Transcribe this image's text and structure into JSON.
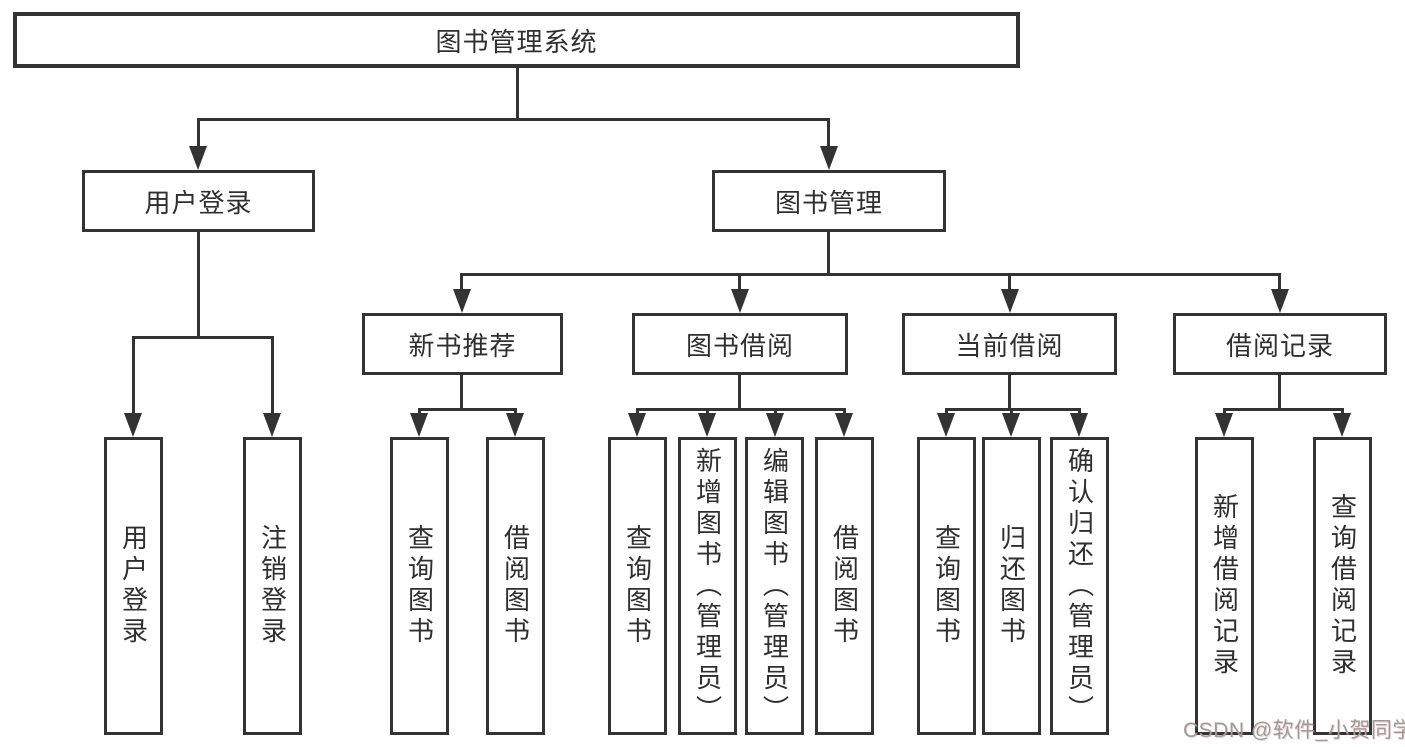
{
  "diagram": {
    "title": "图书管理系统",
    "watermark": "CSDN @软件_小贺同学"
  },
  "colors": {
    "line": "#333333",
    "text": "#2f2f2f",
    "watermark": "#9c9c9c",
    "background": "#ffffff"
  },
  "nodes": {
    "root": {
      "label": "图书管理系统"
    },
    "user_login": {
      "label": "用户登录"
    },
    "book_mgmt": {
      "label": "图书管理"
    },
    "new_book_rec": {
      "label": "新书推荐"
    },
    "book_borrow": {
      "label": "图书借阅"
    },
    "current_borrow": {
      "label": "当前借阅"
    },
    "borrow_records": {
      "label": "借阅记录"
    },
    "leaf_user_login": {
      "label": "用户登录"
    },
    "leaf_logout": {
      "label": "注销登录"
    },
    "leaf_query_book_rec": {
      "label": "查询图书"
    },
    "leaf_borrow_book_rec": {
      "label": "借阅图书"
    },
    "leaf_query_book_borrow": {
      "label": "查询图书"
    },
    "leaf_add_book_admin": {
      "label": "新增图书（管理员）"
    },
    "leaf_edit_book_admin": {
      "label": "编辑图书（管理员）"
    },
    "leaf_borrow_book_borrow": {
      "label": "借阅图书"
    },
    "leaf_query_book_current": {
      "label": "查询图书"
    },
    "leaf_return_book": {
      "label": "归还图书"
    },
    "leaf_confirm_return_admin": {
      "label": "确认归还（管理员）"
    },
    "leaf_add_borrow_record": {
      "label": "新增借阅记录"
    },
    "leaf_query_borrow_record": {
      "label": "查询借阅记录"
    }
  }
}
